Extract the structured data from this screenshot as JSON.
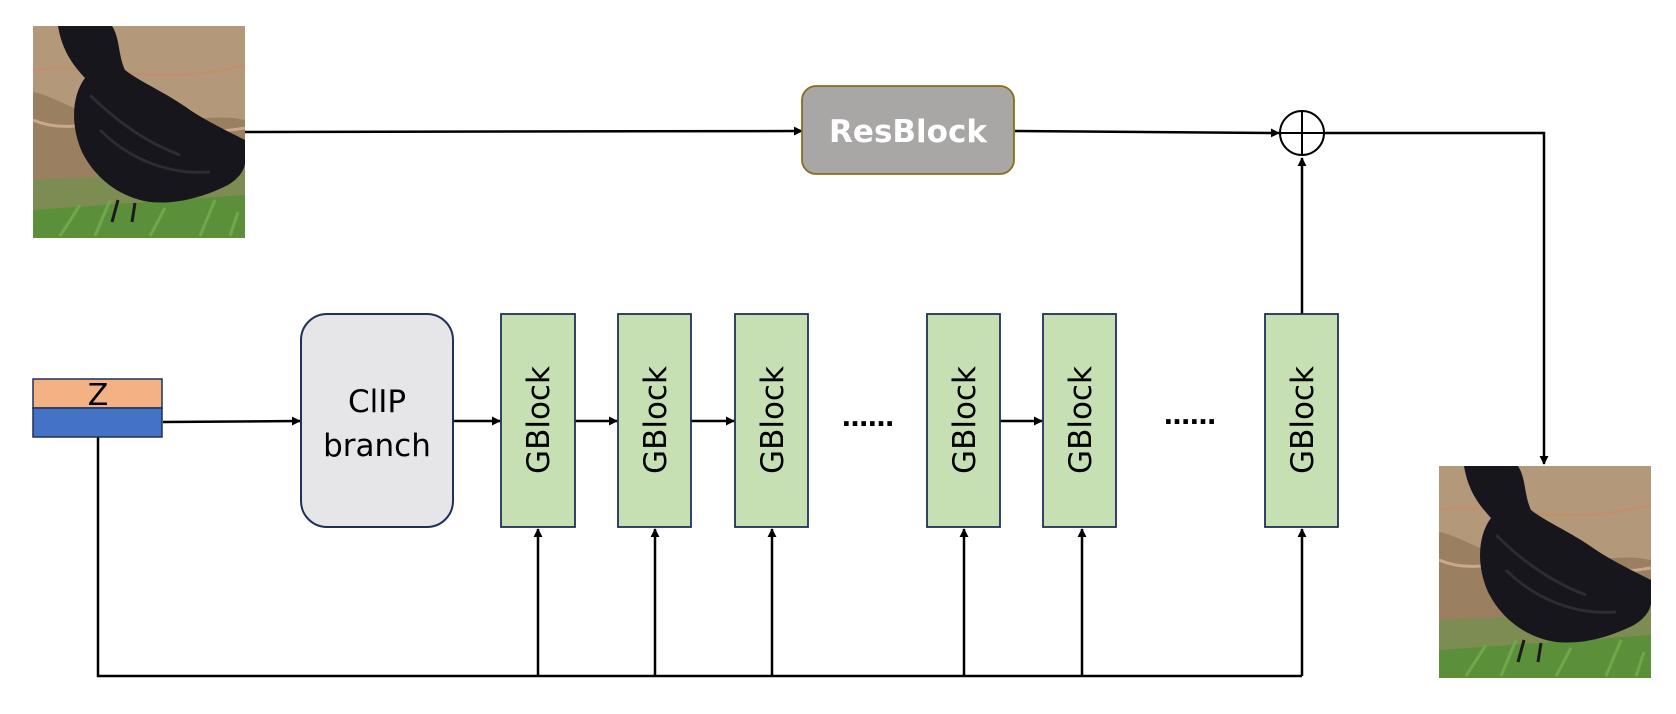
{
  "resblock": {
    "label": "ResBlock"
  },
  "clip_branch": {
    "line1": "ClIP",
    "line2": "branch"
  },
  "latent": {
    "label": "Z"
  },
  "gblocks": [
    {
      "label": "GBlock"
    },
    {
      "label": "GBlock"
    },
    {
      "label": "GBlock"
    },
    {
      "label": "GBlock"
    },
    {
      "label": "GBlock"
    },
    {
      "label": "GBlock"
    }
  ],
  "ellipses": [
    {
      "label": "……"
    },
    {
      "label": "……"
    }
  ],
  "images": {
    "input": "crow-photo-input",
    "output": "crow-photo-output"
  },
  "colors": {
    "resblock_fill": "#a9a6a6",
    "resblock_stroke": "#8a6d1a",
    "clip_fill": "#e6e6e8",
    "clip_stroke": "#1f3158",
    "gblock_fill": "#c6e0b4",
    "gblock_stroke": "#1f3158",
    "latent_top": "#f4b183",
    "latent_bottom": "#4472c4",
    "line": "#000000"
  }
}
